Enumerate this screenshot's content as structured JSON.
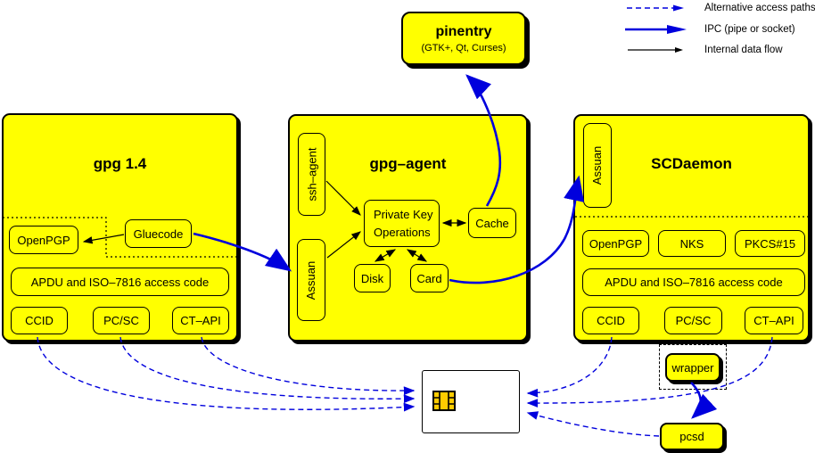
{
  "legend": {
    "items": [
      {
        "label": "Alternative access paths",
        "style": "dashed-blue-arrow"
      },
      {
        "label": "IPC (pipe or socket)",
        "style": "solid-blue-thick-arrow"
      },
      {
        "label": "Internal data flow",
        "style": "solid-black-thin-arrow"
      }
    ]
  },
  "pinentry": {
    "title": "pinentry",
    "subtitle": "(GTK+, Qt, Curses)"
  },
  "gpg14": {
    "title": "gpg 1.4",
    "boxes": {
      "openpgp": "OpenPGP",
      "gluecode": "Gluecode",
      "apdu": "APDU and ISO–7816 access code",
      "ccid": "CCID",
      "pcsc": "PC/SC",
      "ctapi": "CT–API"
    }
  },
  "gpg_agent": {
    "title": "gpg–agent",
    "boxes": {
      "ssh_agent": "ssh–agent",
      "assuan": "Assuan",
      "pko_line1": "Private Key",
      "pko_line2": "Operations",
      "cache": "Cache",
      "disk": "Disk",
      "card": "Card"
    }
  },
  "scdaemon": {
    "title": "SCDaemon",
    "boxes": {
      "assuan": "Assuan",
      "openpgp": "OpenPGP",
      "nks": "NKS",
      "pkcs15": "PKCS#15",
      "apdu": "APDU and ISO–7816 access code",
      "ccid": "CCID",
      "pcsc": "PC/SC",
      "ctapi": "CT–API"
    }
  },
  "external": {
    "wrapper": "wrapper",
    "pcsd": "pcsd"
  },
  "colors": {
    "module_fill": "#ffff00",
    "ipc_blue": "#0000dd",
    "chip_gold": "#ffcc00"
  }
}
